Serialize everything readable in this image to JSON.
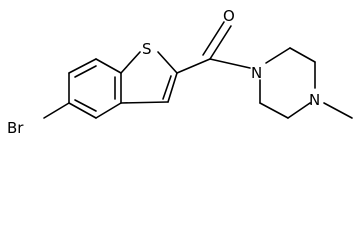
{
  "molecule": {
    "atoms": {
      "bromine": "Br",
      "sulfur": "S",
      "oxygen": "O",
      "nitrogen_amide": "N",
      "nitrogen_methyl": "N"
    }
  }
}
